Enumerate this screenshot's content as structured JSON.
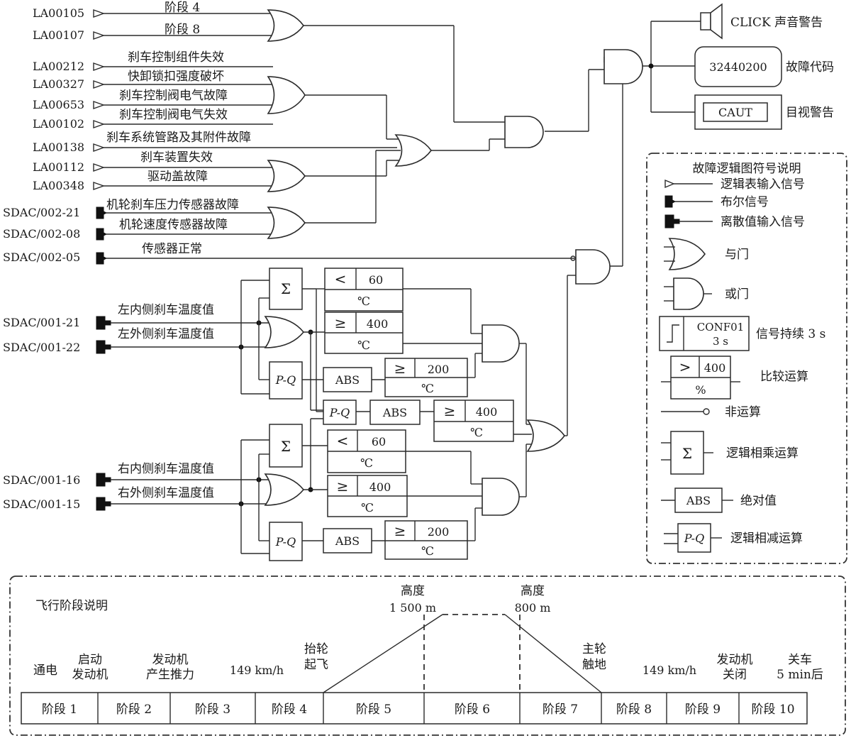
{
  "inputs": {
    "la00105": {
      "code": "LA00105",
      "label": "阶段 4"
    },
    "la00107": {
      "code": "LA00107",
      "label": "阶段 8"
    },
    "la00212": {
      "code": "LA00212",
      "label": "刹车控制组件失效"
    },
    "la00327": {
      "code": "LA00327",
      "label": "快卸锁扣强度破坏"
    },
    "la00653": {
      "code": "LA00653",
      "label": "刹车控制阀电气故障"
    },
    "la00102": {
      "code": "LA00102",
      "label": "刹车控制阀电气失效"
    },
    "la00138": {
      "code": "LA00138",
      "label": "刹车系统管路及其附件故障"
    },
    "la00112": {
      "code": "LA00112",
      "label": "刹车装置失效"
    },
    "la00348": {
      "code": "LA00348",
      "label": "驱动盖故障"
    },
    "sdac_002_21": {
      "code": "SDAC/002-21",
      "label": "机轮刹车压力传感器故障"
    },
    "sdac_002_08": {
      "code": "SDAC/002-08",
      "label": "机轮速度传感器故障"
    },
    "sdac_002_05": {
      "code": "SDAC/002-05",
      "label": "传感器正常"
    },
    "sdac_001_21": {
      "code": "SDAC/001-21",
      "label": "左内侧刹车温度值"
    },
    "sdac_001_22": {
      "code": "SDAC/001-22",
      "label": "左外侧刹车温度值"
    },
    "sdac_001_16": {
      "code": "SDAC/001-16",
      "label": "右内侧刹车温度值"
    },
    "sdac_001_15": {
      "code": "SDAC/001-15",
      "label": "右外侧刹车温度值"
    }
  },
  "outputs": {
    "sound": "CLICK 声音警告",
    "fault_code_value": "32440200",
    "fault_code_label": "故障代码",
    "visual_value": "CAUT",
    "visual_label": "目视警告"
  },
  "blocks": {
    "sigma": "Σ",
    "pq": "P-Q",
    "abs": "ABS",
    "lt": "<",
    "ge": "≥",
    "v60": "60",
    "v400": "400",
    "v200": "200",
    "celsius": "℃"
  },
  "legend": {
    "title": "故障逻辑图符号说明",
    "items": {
      "logic_input": "逻辑表输入信号",
      "bool": "布尔信号",
      "discrete": "离散值输入信号",
      "and_gate": "与门",
      "or_gate": "或门",
      "conf_label_1": "CONF01",
      "conf_label_2": "3 s",
      "persist": "信号持续 3 s",
      "cmp_op": ">",
      "cmp_val": "400",
      "cmp_unit": "%",
      "compare": "比较运算",
      "not_op": "非运算",
      "mult_sym": "Σ",
      "mult": "逻辑相乘运算",
      "abs_sym": "ABS",
      "abs": "绝对值",
      "sub_sym": "P-Q",
      "sub": "逻辑相减运算"
    }
  },
  "phases": {
    "title": "飞行阶段说明",
    "labels": [
      "阶段 1",
      "阶段 2",
      "阶段 3",
      "阶段 4",
      "阶段 5",
      "阶段 6",
      "阶段 7",
      "阶段 8",
      "阶段 9",
      "阶段 10"
    ],
    "events": {
      "power": "通电",
      "start_1": "启动",
      "start_2": "发动机",
      "thrust_1": "发动机",
      "thrust_2": "产生推力",
      "speed_1": "149 km/h",
      "liftoff_1": "抬轮",
      "liftoff_2": "起飞",
      "alt1_1": "高度",
      "alt1_2": "1 500 m",
      "alt2_1": "高度",
      "alt2_2": "800 m",
      "touch_1": "主轮",
      "touch_2": "触地",
      "speed_2": "149 km/h",
      "engoff_1": "发动机",
      "engoff_2": "关闭",
      "shut_1": "关车",
      "shut_2": "5 min后"
    }
  }
}
